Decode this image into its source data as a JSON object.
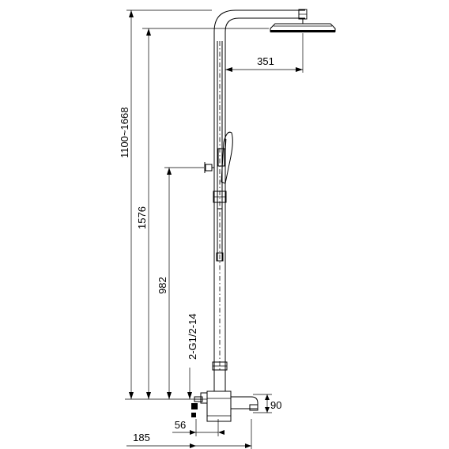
{
  "dimensions": {
    "overall_height": "1100~1668",
    "mount_height": "1576",
    "hand_shower_height": "982",
    "inlet_thread": "2-G1/2-14",
    "head_projection": "351",
    "spout_height": "90",
    "inlet_offset": "56",
    "spout_projection": "185"
  }
}
